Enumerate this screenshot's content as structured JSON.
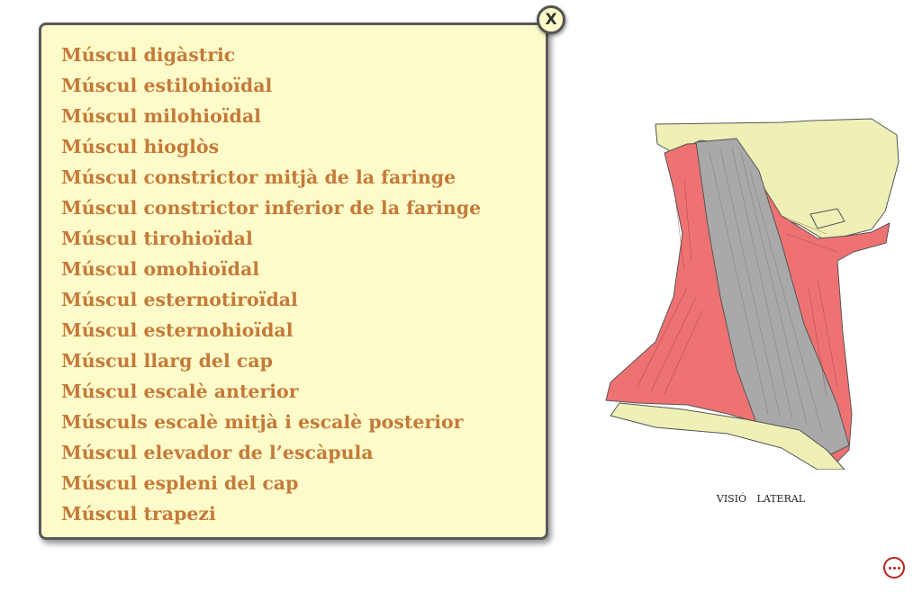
{
  "popup": {
    "items": [
      "Múscul digàstric",
      "Múscul estilohioïdal",
      "Múscul milohioïdal",
      "Múscul hioglòs",
      "Múscul constrictor mitjà de la faringe",
      "Múscul constrictor inferior de la faringe",
      "Múscul tirohioïdal",
      "Múscul omohioïdal",
      "Múscul esternotiroïdal",
      "Múscul esternohioïdal",
      "Múscul llarg del cap",
      "Múscul escalè anterior",
      "Músculs escalè mitjà i escalè posterior",
      "Múscul elevador de l’escàpula",
      "Múscul espleni del cap",
      "Múscul trapezi"
    ],
    "close_label": "X"
  },
  "figure": {
    "caption": "VISIÓ LATERAL"
  },
  "colors": {
    "link": "#c47a3a",
    "panel": "#fdfbc9",
    "muscle": "#ef7272",
    "bone": "#eef0b6",
    "sternocleidomastoid": "#a9a9a9",
    "more_button": "#b62222"
  },
  "icons": {
    "close": "x-close-icon",
    "more": "ellipsis-circle-icon"
  }
}
